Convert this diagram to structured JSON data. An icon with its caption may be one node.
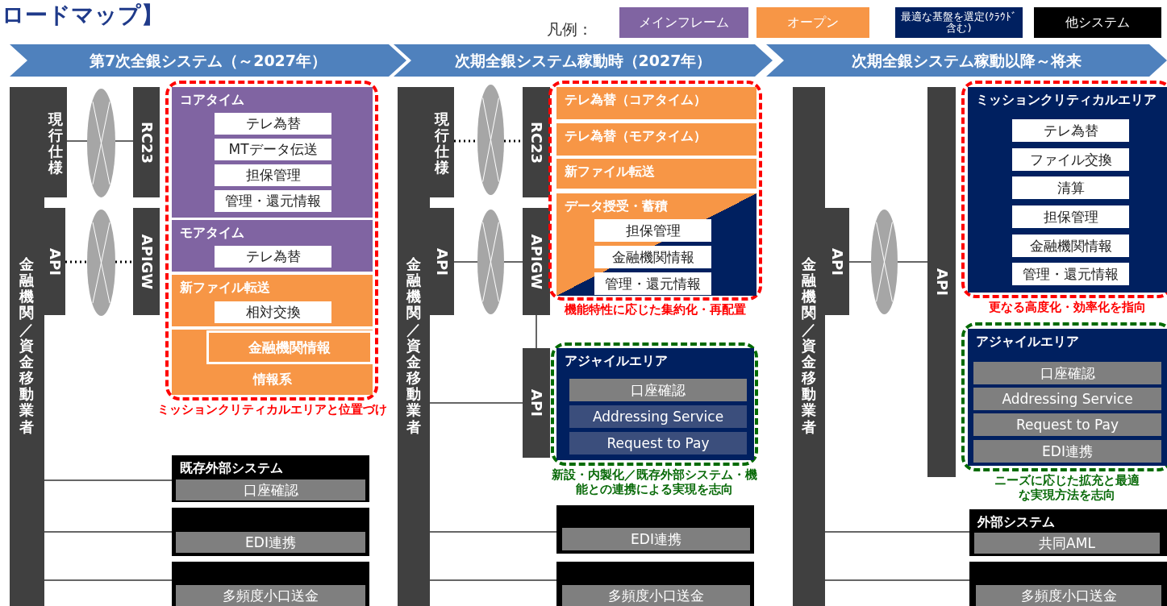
{
  "diagram": {
    "title": "ロードマップ】",
    "nodes": [
      {
        "text": [
          "第7次全銀システム（～2027年）"
        ]
      },
      {
        "text": [
          "次期全銀システム稼動時（2027年）"
        ]
      },
      {
        "text": [
          "次期全銀システム稼動以降～将来"
        ]
      },
      {
        "text": [
          "金融機関／資金移動業者"
        ]
      },
      {
        "text": [
          "現行仕様"
        ]
      },
      {
        "text": [
          "API"
        ]
      },
      {
        "text": [],
        "shape": "ellipse"
      },
      {
        "text": [],
        "shape": "ellipse"
      },
      {
        "text": [
          "RC23"
        ]
      },
      {
        "text": [
          "APIGW"
        ]
      },
      {
        "text": [
          "ミッションクリティカルエリアと位置づけ"
        ]
      },
      {
        "text": [
          "コアタイム"
        ],
        "in": 10
      },
      {
        "text": [
          "テレ為替"
        ],
        "in": 11
      },
      {
        "text": [
          "MTデータ伝送"
        ],
        "in": 11
      },
      {
        "text": [
          "担保管理"
        ],
        "in": 11
      },
      {
        "text": [
          "管理・還元情報"
        ],
        "in": 11
      },
      {
        "text": [
          "モアタイム"
        ],
        "in": 10
      },
      {
        "text": [
          "テレ為替"
        ],
        "in": 16
      },
      {
        "text": [
          "新ファイル転送"
        ],
        "in": 10
      },
      {
        "text": [
          "相対交換"
        ],
        "in": 18
      },
      {
        "text": [
          "情報系"
        ],
        "in": 10
      },
      {
        "text": [
          "金融機関情報"
        ],
        "in": 20
      },
      {
        "text": [
          "既存外部システム"
        ]
      },
      {
        "text": [
          "口座確認"
        ],
        "in": 22
      },
      {
        "text": [],
        "shape": "box"
      },
      {
        "text": [
          "EDI連携"
        ],
        "in": 24
      },
      {
        "text": [],
        "shape": "box"
      },
      {
        "text": [
          "多頻度小口送金"
        ],
        "in": 26
      },
      {
        "text": [
          "金融機関／資金移動業者"
        ]
      },
      {
        "text": [
          "現行仕様"
        ]
      },
      {
        "text": [
          "API"
        ]
      },
      {
        "text": [],
        "shape": "ellipse"
      },
      {
        "text": [],
        "shape": "ellipse"
      },
      {
        "text": [
          "RC23"
        ]
      },
      {
        "text": [
          "APIGW"
        ]
      },
      {
        "text": [
          "API"
        ]
      },
      {
        "text": [
          "機能特性に応じた集約化・再配置"
        ]
      },
      {
        "text": [
          "テレ為替（コアタイム）"
        ],
        "in": 36
      },
      {
        "text": [
          "テレ為替（モアタイム）"
        ],
        "in": 36
      },
      {
        "text": [
          "新ファイル転送"
        ],
        "in": 36
      },
      {
        "text": [
          "データ授受・蓄積"
        ],
        "in": 36
      },
      {
        "text": [
          "担保管理"
        ],
        "in": 40
      },
      {
        "text": [
          "金融機関情報"
        ],
        "in": 40
      },
      {
        "text": [
          "管理・還元情報"
        ],
        "in": 40
      },
      {
        "text": [
          "新設・内製化／既存外部システム・機能との連携による実現を志向"
        ]
      },
      {
        "text": [
          "アジャイルエリア"
        ],
        "in": 44
      },
      {
        "text": [
          "口座確認"
        ],
        "in": 45
      },
      {
        "text": [
          "Addressing Service"
        ],
        "in": 45
      },
      {
        "text": [
          "Request to Pay"
        ],
        "in": 45
      },
      {
        "text": [],
        "shape": "box"
      },
      {
        "text": [
          "EDI連携"
        ],
        "in": 49
      },
      {
        "text": [],
        "shape": "box"
      },
      {
        "text": [
          "多頻度小口送金"
        ],
        "in": 51
      },
      {
        "text": [
          "金融機関／資金移動業者"
        ]
      },
      {
        "text": [
          "API"
        ]
      },
      {
        "text": [],
        "shape": "ellipse"
      },
      {
        "text": [
          "API"
        ]
      },
      {
        "text": [
          "更なる高度化・効率化を指向"
        ]
      },
      {
        "text": [
          "ミッションクリティカルエリア"
        ],
        "in": 57
      },
      {
        "text": [
          "テレ為替"
        ],
        "in": 58
      },
      {
        "text": [
          "ファイル交換"
        ],
        "in": 58
      },
      {
        "text": [
          "清算"
        ],
        "in": 58
      },
      {
        "text": [
          "担保管理"
        ],
        "in": 58
      },
      {
        "text": [
          "金融機関情報"
        ],
        "in": 58
      },
      {
        "text": [
          "管理・還元情報"
        ],
        "in": 58
      },
      {
        "text": [
          "ニーズに応じた拡充と最適な実現方法を志向"
        ]
      },
      {
        "text": [
          "アジャイルエリア"
        ],
        "in": 65
      },
      {
        "text": [
          "口座確認"
        ],
        "in": 66
      },
      {
        "text": [
          "Addressing Service"
        ],
        "in": 66
      },
      {
        "text": [
          "Request to Pay"
        ],
        "in": 66
      },
      {
        "text": [
          "EDI連携"
        ],
        "in": 66
      },
      {
        "text": [
          "外部システム"
        ]
      },
      {
        "text": [
          "共同AML"
        ],
        "in": 71
      },
      {
        "text": [],
        "shape": "box"
      },
      {
        "text": [
          "多頻度小口送金"
        ],
        "in": 73
      }
    ],
    "edges": [
      {
        "from": 4,
        "to": 6,
        "arrow": "none"
      },
      {
        "from": 6,
        "to": 8,
        "arrow": "none"
      },
      {
        "from": 5,
        "to": 7,
        "arrow": "none",
        "style": "dashed"
      },
      {
        "from": 7,
        "to": 9,
        "arrow": "none",
        "style": "dashed"
      },
      {
        "from": 3,
        "to": 22,
        "arrow": "none"
      },
      {
        "from": 3,
        "to": 24,
        "arrow": "none"
      },
      {
        "from": 3,
        "to": 26,
        "arrow": "none"
      },
      {
        "from": 29,
        "to": 31,
        "arrow": "none",
        "style": "dashed"
      },
      {
        "from": 31,
        "to": 33,
        "arrow": "none",
        "style": "dashed"
      },
      {
        "from": 30,
        "to": 32,
        "arrow": "none"
      },
      {
        "from": 32,
        "to": 34,
        "arrow": "none"
      },
      {
        "from": 34,
        "to": 35,
        "arrow": "none"
      },
      {
        "from": 28,
        "to": 35,
        "arrow": "none"
      },
      {
        "from": 28,
        "to": 49,
        "arrow": "none"
      },
      {
        "from": 28,
        "to": 51,
        "arrow": "none"
      },
      {
        "from": 54,
        "to": 55,
        "arrow": "none"
      },
      {
        "from": 55,
        "to": 56,
        "arrow": "none"
      },
      {
        "from": 53,
        "to": 71,
        "arrow": "none"
      },
      {
        "from": 53,
        "to": 73,
        "arrow": "none"
      }
    ],
    "labels": [
      "凡例："
    ],
    "legend": [
      {
        "text": "メインフレーム",
        "color": "#8064a2"
      },
      {
        "text": "オープン",
        "color": "#f79646"
      },
      {
        "text": "最適な基盤を選定(ｸﾗｳﾄﾞ含む)",
        "color": "#002060"
      },
      {
        "text": "他システム",
        "color": "#000000"
      }
    ]
  }
}
